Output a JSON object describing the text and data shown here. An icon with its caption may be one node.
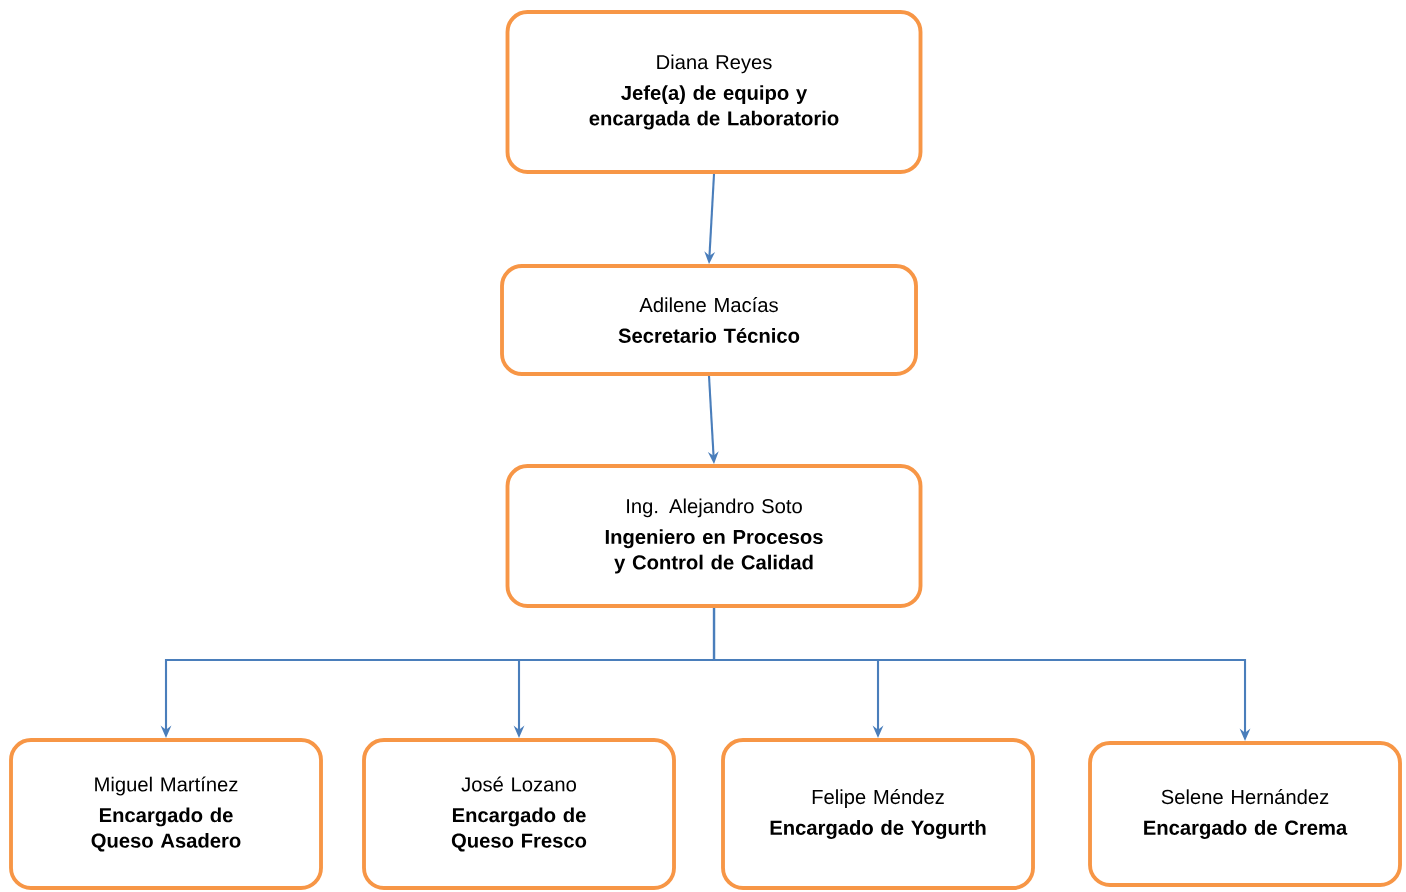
{
  "diagram": {
    "nodes": [
      {
        "text": [
          "Diana Reyes",
          "Jefe(a) de equipo y encargada de Laboratorio"
        ]
      },
      {
        "text": [
          "Adilene Macías",
          "Secretario Técnico"
        ]
      },
      {
        "text": [
          "Ing. Alejandro Soto",
          "Ingeniero en Procesos y Control de Calidad"
        ]
      },
      {
        "text": [
          "Miguel Martínez",
          "Encargado de Queso Asadero"
        ]
      },
      {
        "text": [
          "José Lozano",
          "Encargado de Queso Fresco"
        ]
      },
      {
        "text": [
          "Felipe Méndez",
          "Encargado de Yogurth"
        ]
      },
      {
        "text": [
          "Selene Hernández",
          "Encargado de Crema"
        ]
      }
    ],
    "edges": [
      {
        "from": 0,
        "to": 1,
        "arrow": "to"
      },
      {
        "from": 1,
        "to": 2,
        "arrow": "to"
      },
      {
        "from": 2,
        "to": 3,
        "arrow": "to"
      },
      {
        "from": 2,
        "to": 4,
        "arrow": "to"
      },
      {
        "from": 2,
        "to": 5,
        "arrow": "to"
      },
      {
        "from": 2,
        "to": 6,
        "arrow": "to"
      }
    ]
  }
}
